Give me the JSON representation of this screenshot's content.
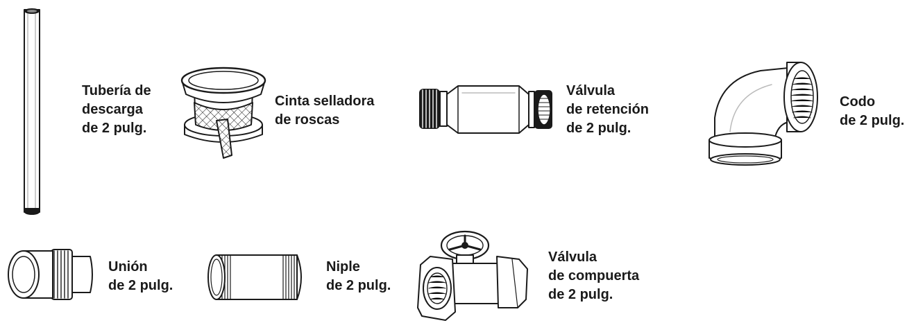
{
  "parts": [
    {
      "id": "pipe",
      "lines": [
        "Tubería de",
        "descarga",
        "de 2 pulg."
      ]
    },
    {
      "id": "tape",
      "lines": [
        "Cinta selladora",
        "de roscas"
      ]
    },
    {
      "id": "check_valve",
      "lines": [
        "Válvula",
        "de retención",
        "de 2 pulg."
      ]
    },
    {
      "id": "elbow",
      "lines": [
        "Codo",
        "de 2 pulg."
      ]
    },
    {
      "id": "union",
      "lines": [
        "Unión",
        "de 2 pulg."
      ]
    },
    {
      "id": "nipple",
      "lines": [
        "Niple",
        "de 2 pulg."
      ]
    },
    {
      "id": "gate_valve",
      "lines": [
        "Válvula",
        "de compuerta",
        "de 2 pulg."
      ]
    }
  ],
  "colors": {
    "ink": "#1a1a1a",
    "shade": "#555555",
    "paper": "#ffffff"
  }
}
